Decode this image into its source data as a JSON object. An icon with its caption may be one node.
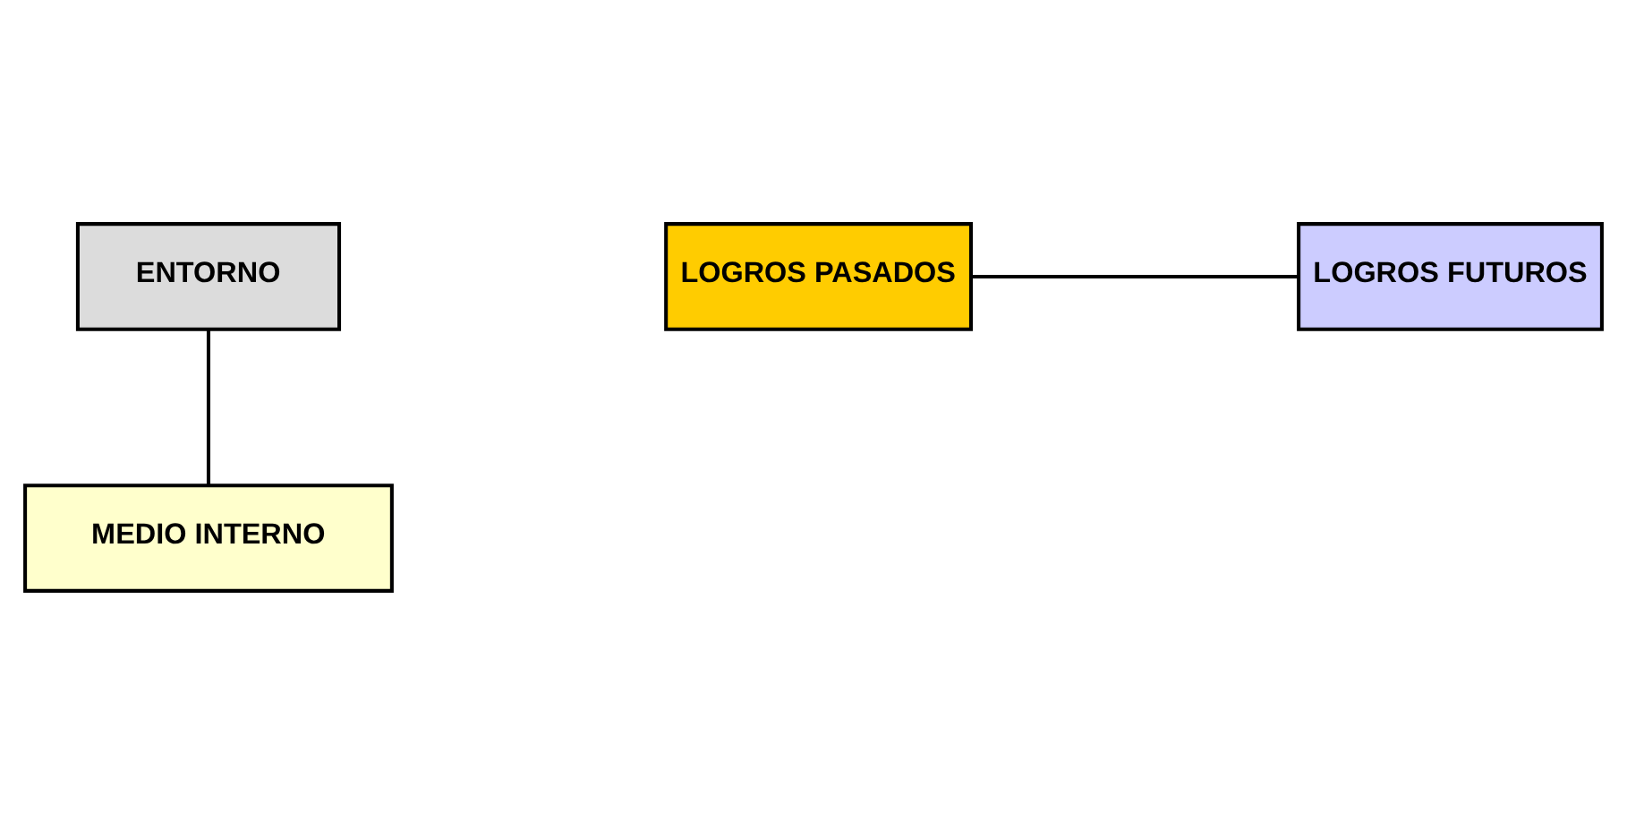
{
  "diagram": {
    "nodes": [
      {
        "text": [
          "ENTORNO"
        ]
      },
      {
        "text": [
          "LOGROS PASADOS"
        ]
      },
      {
        "text": [
          "LOGROS FUTUROS"
        ]
      },
      {
        "text": [
          "MEDIO INTERNO"
        ]
      }
    ],
    "edges": [
      {
        "from": 0,
        "to": 3,
        "arrow": "none"
      },
      {
        "from": 1,
        "to": 2,
        "arrow": "none"
      }
    ]
  }
}
